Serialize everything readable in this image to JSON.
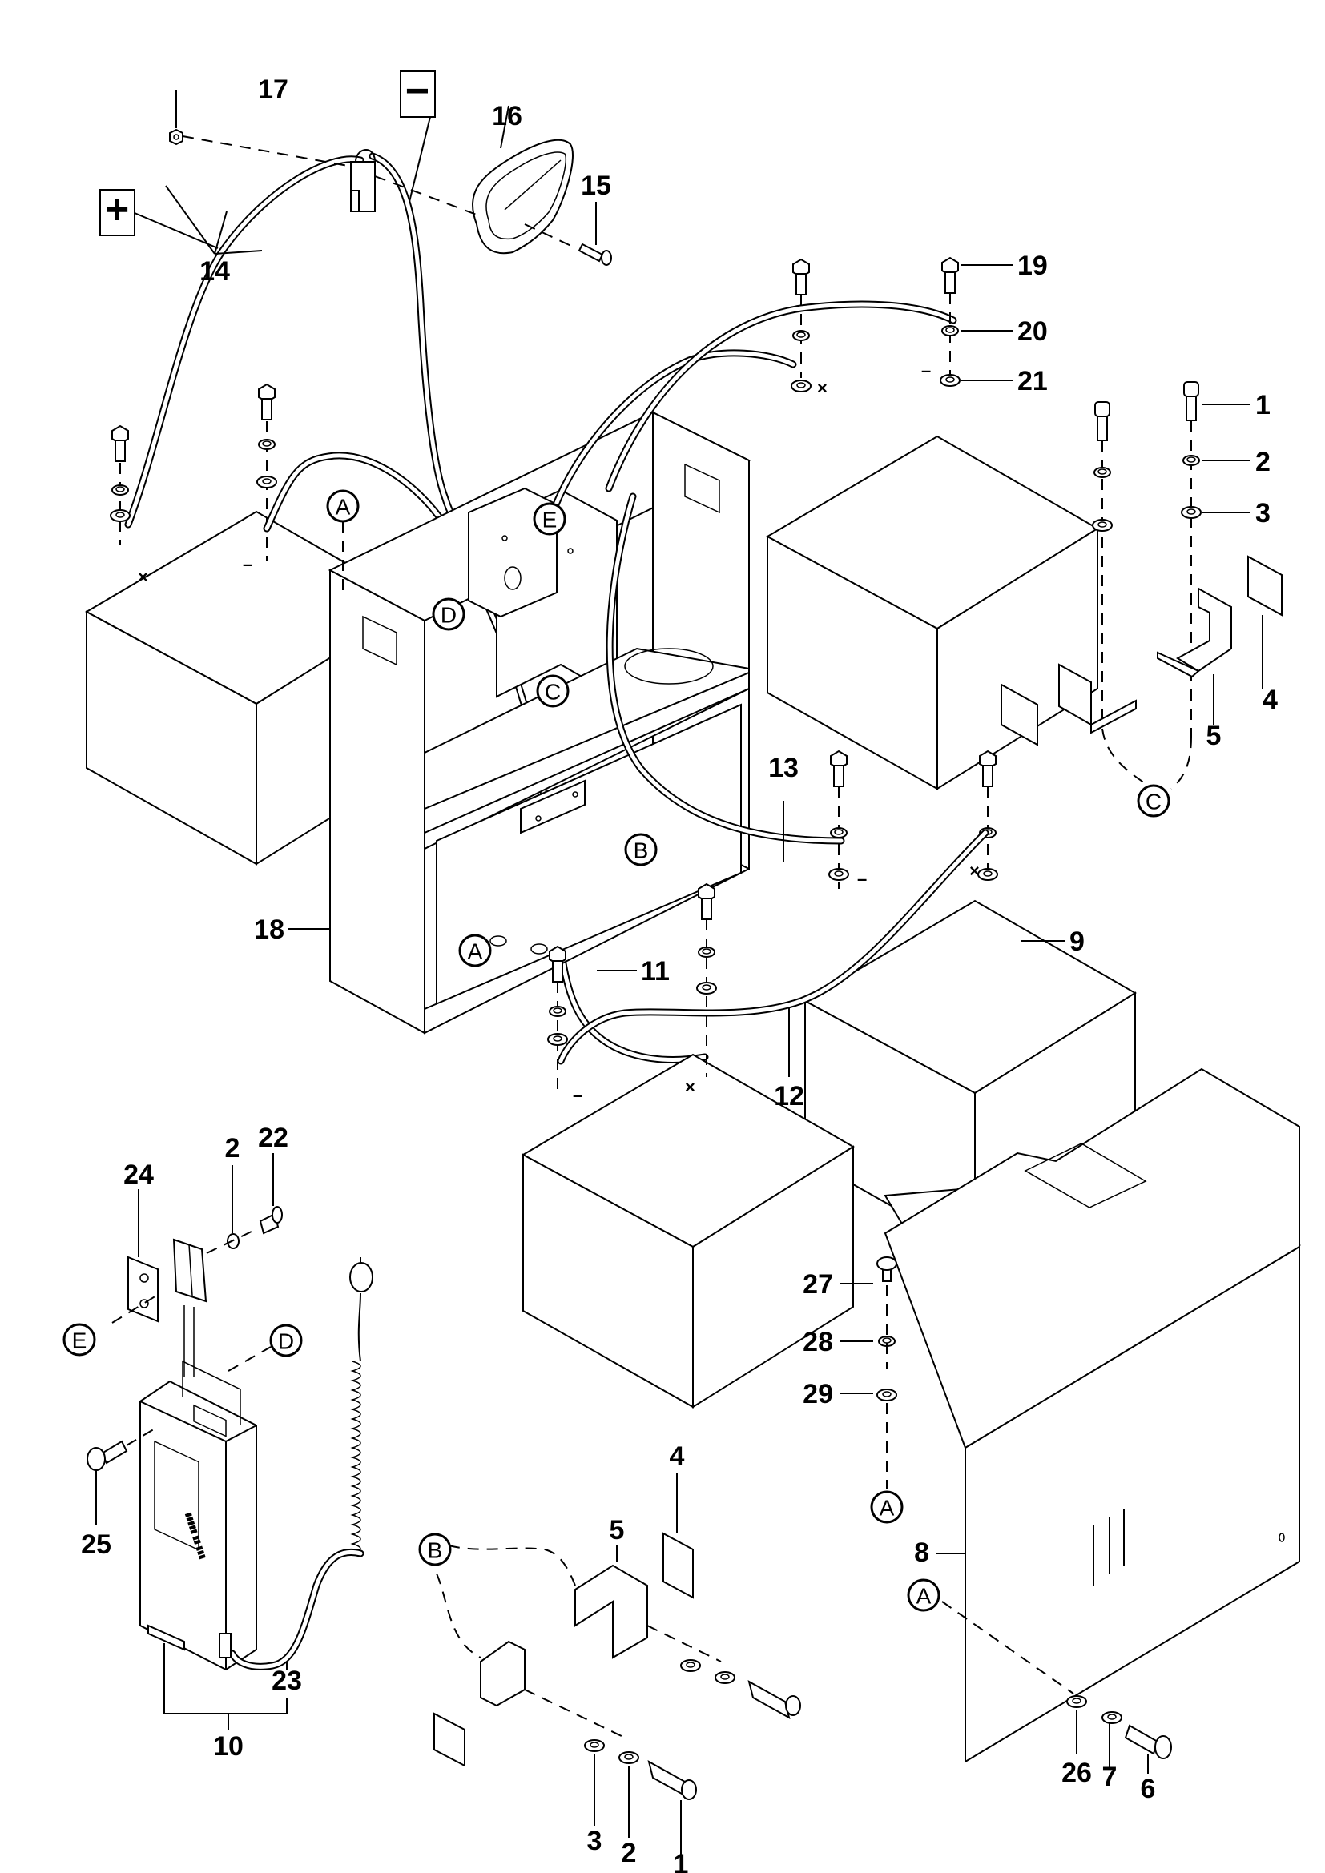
{
  "title": "Battery compartment exploded parts diagram",
  "polarity_boxes": {
    "positive": "+",
    "negative": "−"
  },
  "battery_terminal_marks": {
    "positive": "×",
    "negative": "–"
  },
  "part_callouts": [
    {
      "id": "1",
      "label": "1"
    },
    {
      "id": "2",
      "label": "2"
    },
    {
      "id": "3",
      "label": "3"
    },
    {
      "id": "4",
      "label": "4"
    },
    {
      "id": "5",
      "label": "5"
    },
    {
      "id": "6",
      "label": "6"
    },
    {
      "id": "7",
      "label": "7"
    },
    {
      "id": "8",
      "label": "8"
    },
    {
      "id": "9",
      "label": "9"
    },
    {
      "id": "10",
      "label": "10"
    },
    {
      "id": "11",
      "label": "11"
    },
    {
      "id": "12",
      "label": "12"
    },
    {
      "id": "13",
      "label": "13"
    },
    {
      "id": "14",
      "label": "14"
    },
    {
      "id": "15",
      "label": "15"
    },
    {
      "id": "16",
      "label": "16"
    },
    {
      "id": "17",
      "label": "17"
    },
    {
      "id": "18",
      "label": "18"
    },
    {
      "id": "19",
      "label": "19"
    },
    {
      "id": "20",
      "label": "20"
    },
    {
      "id": "21",
      "label": "21"
    },
    {
      "id": "22",
      "label": "22"
    },
    {
      "id": "23",
      "label": "23"
    },
    {
      "id": "24",
      "label": "24"
    },
    {
      "id": "25",
      "label": "25"
    },
    {
      "id": "26",
      "label": "26"
    },
    {
      "id": "27",
      "label": "27"
    },
    {
      "id": "28",
      "label": "28"
    },
    {
      "id": "29",
      "label": "29"
    }
  ],
  "labels": {
    "l1a": "1",
    "l2a": "2",
    "l3a": "3",
    "l4a": "4",
    "l5a": "5",
    "l1b": "1",
    "l2b": "2",
    "l3b": "3",
    "l4b": "4",
    "l5b": "5",
    "l2c": "2",
    "l6": "6",
    "l7": "7",
    "l8": "8",
    "l9": "9",
    "l10": "10",
    "l11": "11",
    "l12": "12",
    "l13": "13",
    "l14": "14",
    "l15": "15",
    "l16": "16",
    "l17": "17",
    "l18": "18",
    "l19": "19",
    "l20": "20",
    "l21": "21",
    "l22": "22",
    "l23": "23",
    "l24": "24",
    "l25": "25",
    "l26": "26",
    "l27": "27",
    "l28": "28",
    "l29": "29"
  },
  "reference_markers": {
    "A": "A",
    "B": "B",
    "C": "C",
    "D": "D",
    "E": "E"
  },
  "charger_label_text": "▮▮▮▮▮ ▮▮ ▮▮▮"
}
